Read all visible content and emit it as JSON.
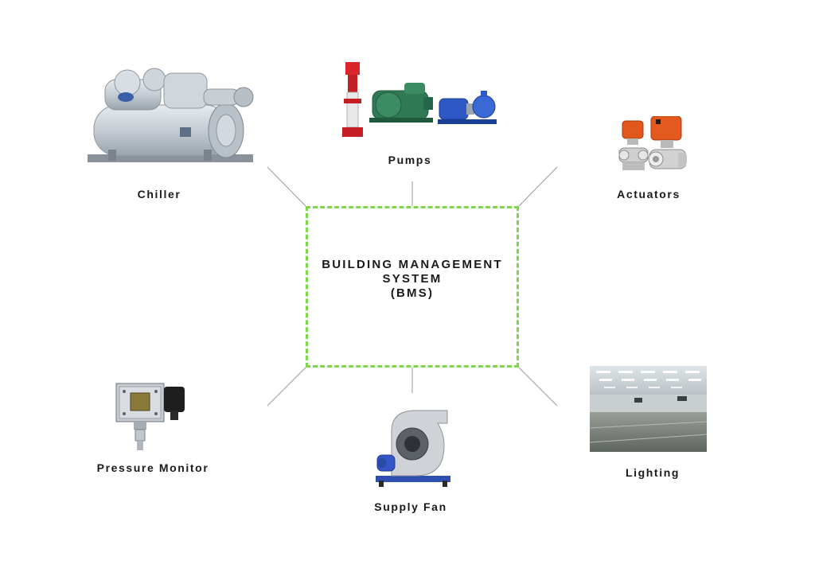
{
  "center": {
    "line1": "BUILDING MANAGEMENT",
    "line2": "SYSTEM",
    "line3": "(BMS)",
    "border_color": "#7ed64a"
  },
  "devices": {
    "chiller": {
      "label": "Chiller",
      "icon": "chiller-icon"
    },
    "pumps": {
      "label": "Pumps",
      "icon": "pumps-icon"
    },
    "actuators": {
      "label": "Actuators",
      "icon": "actuators-icon"
    },
    "pressure_monitor": {
      "label": "Pressure Monitor",
      "icon": "pressure-monitor-icon"
    },
    "supply_fan": {
      "label": "Supply Fan",
      "icon": "supply-fan-icon"
    },
    "lighting": {
      "label": "Lighting",
      "icon": "lighting-icon"
    }
  },
  "colors": {
    "connector": "#9a9a9a",
    "text": "#1a1a1a"
  }
}
